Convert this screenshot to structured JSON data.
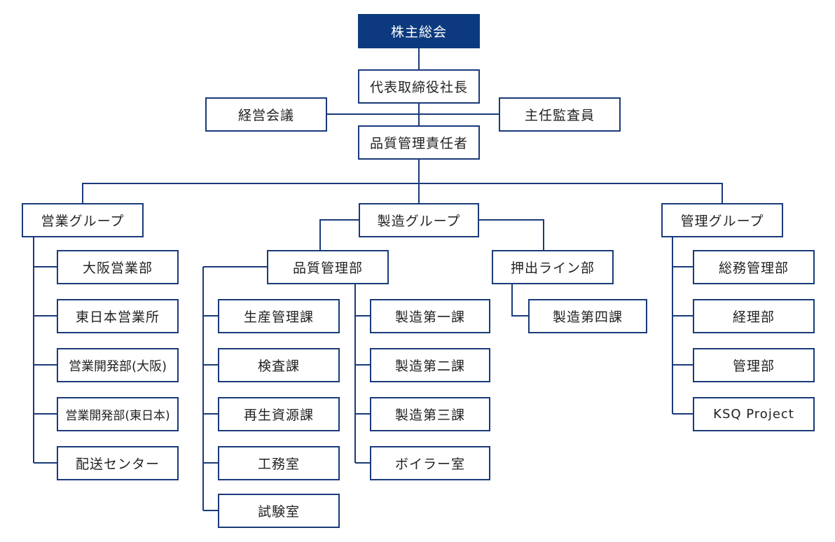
{
  "colors": {
    "line": "#1a3a7a",
    "top_fill": "#0d3a7e",
    "box_fill": "#ffffff",
    "text": "#222222"
  },
  "nodes": {
    "shareholders": "株主総会",
    "ceo": "代表取締役社長",
    "board": "経営会議",
    "auditor": "主任監査員",
    "qa_manager": "品質管理責任者",
    "sales_group": "営業グループ",
    "manufacturing_group": "製造グループ",
    "admin_group": "管理グループ",
    "osaka_sales": "大阪営業部",
    "east_japan_office": "東日本営業所",
    "sales_dev_osaka": "営業開発部(大阪)",
    "sales_dev_east": "営業開発部(東日本)",
    "delivery_center": "配送センター",
    "quality_control": "品質管理部",
    "extrusion_line": "押出ライン部",
    "production_control": "生産管理課",
    "inspection": "検査課",
    "recycled_resources": "再生資源課",
    "engineering_room": "工務室",
    "test_room": "試験室",
    "mfg_1": "製造第一課",
    "mfg_2": "製造第二課",
    "mfg_3": "製造第三課",
    "boiler_room": "ボイラー室",
    "mfg_4": "製造第四課",
    "general_affairs": "総務管理部",
    "accounting": "経理部",
    "management": "管理部",
    "ksq_project": "KSQ Project"
  }
}
